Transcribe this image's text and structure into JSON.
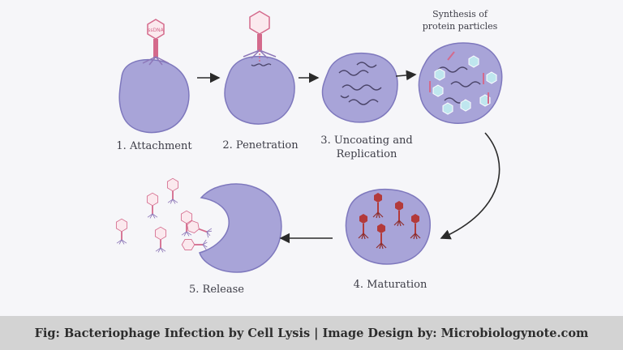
{
  "diagram": {
    "steps": [
      {
        "label": "1. Attachment"
      },
      {
        "label": "2. Penetration"
      },
      {
        "label_line1": "3. Uncoating and",
        "label_line2": "Replication"
      },
      {
        "label": "4. Maturation"
      },
      {
        "label": "5. Release"
      }
    ],
    "annotation": {
      "line1": "Synthesis of",
      "line2": "protein particles"
    },
    "phage_head_text": "ssDNA",
    "colors": {
      "cell_fill": "#a8a4d8",
      "cell_stroke": "#7e78bd",
      "phage_pink": "#d46a8c",
      "mature_phage_red": "#b33a3a",
      "dna_dark": "#4a4468",
      "capsid_cyan": "#bfe6ee",
      "arrow": "#2a2a2a"
    }
  },
  "caption": "Fig:  Bacteriophage Infection by Cell Lysis | Image Design by: Microbiologynote.com"
}
